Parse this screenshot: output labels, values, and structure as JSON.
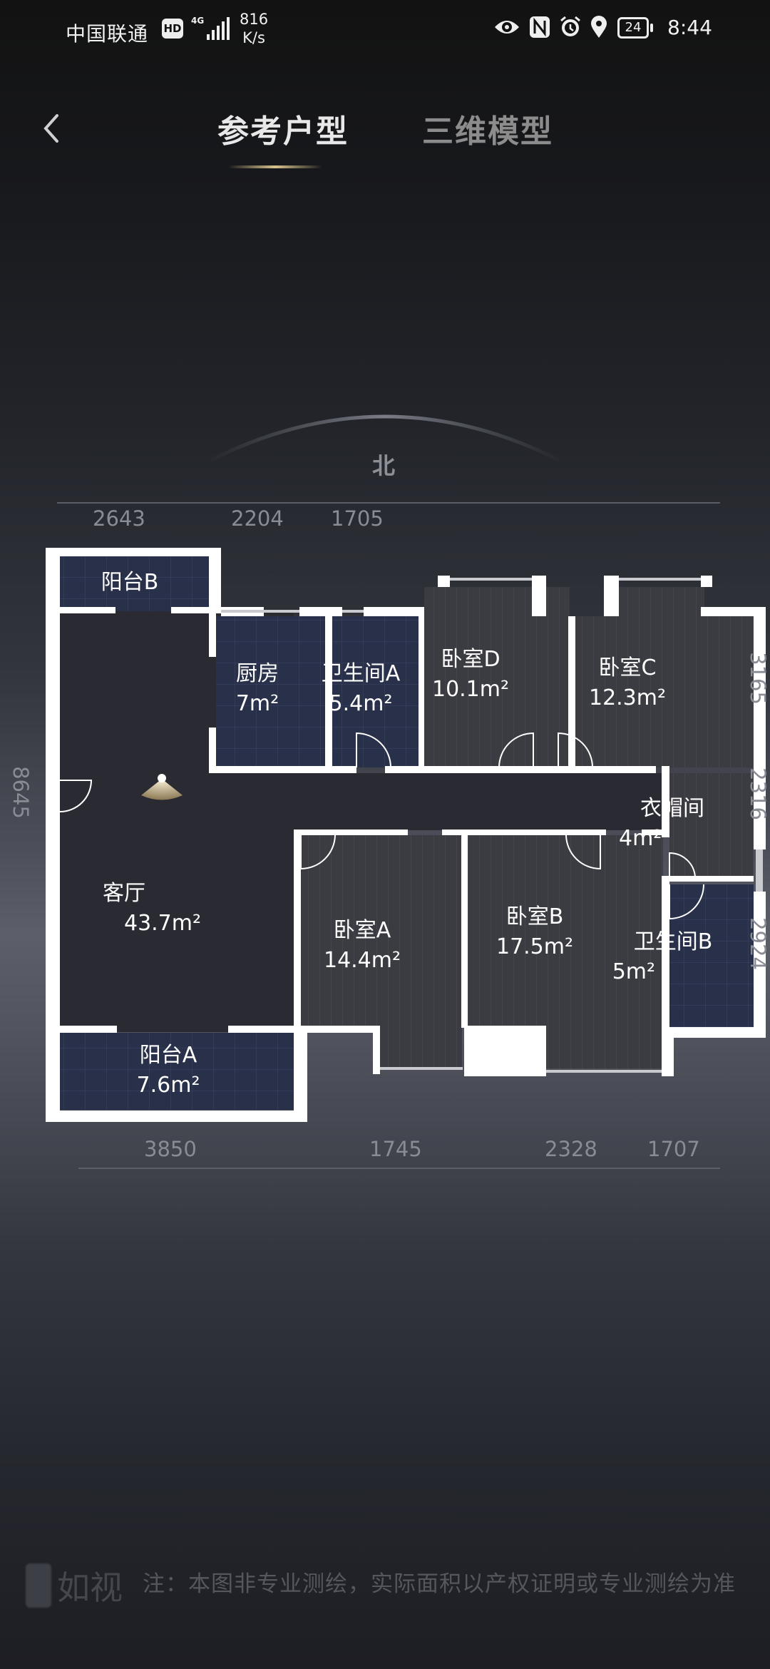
{
  "status_bar": {
    "carrier": "中国联通",
    "hd_badge": "HD",
    "network": "4G",
    "speed_value": "816",
    "speed_unit": "K/s",
    "icons": [
      "eye-icon",
      "nfc-icon",
      "alarm-icon",
      "location-icon"
    ],
    "battery": "24",
    "time": "8:44"
  },
  "header": {
    "back_icon": "chevron-left-icon",
    "tabs": [
      {
        "label": "参考户型",
        "active": true
      },
      {
        "label": "三维模型",
        "active": false
      }
    ],
    "accent_color": "#d8c38e"
  },
  "floorplan": {
    "compass": "北",
    "dimensions": {
      "top": [
        "2643",
        "2204",
        "1705"
      ],
      "bottom": [
        "3850",
        "1745",
        "2328",
        "1707"
      ],
      "right": [
        "3165",
        "2316",
        "2924"
      ],
      "left": [
        "8645"
      ]
    },
    "rooms": [
      {
        "name": "阳台B",
        "area": ""
      },
      {
        "name": "厨房",
        "area": "7m²"
      },
      {
        "name": "卫生间A",
        "area": "5.4m²"
      },
      {
        "name": "卧室D",
        "area": "10.1m²"
      },
      {
        "name": "卧室C",
        "area": "12.3m²"
      },
      {
        "name": "衣帽间",
        "area": "4m²"
      },
      {
        "name": "客厅",
        "area": "43.7m²"
      },
      {
        "name": "卧室A",
        "area": "14.4m²"
      },
      {
        "name": "卧室B",
        "area": "17.5m²"
      },
      {
        "name": "卫生间B",
        "area": "5m²"
      },
      {
        "name": "阳台A",
        "area": "7.6m²"
      }
    ],
    "viewpoint_icon": "camera-viewpoint-icon"
  },
  "footer": {
    "brand": "如视",
    "note": "注：本图非专业测绘，实际面积以产权证明或专业测绘为准"
  }
}
